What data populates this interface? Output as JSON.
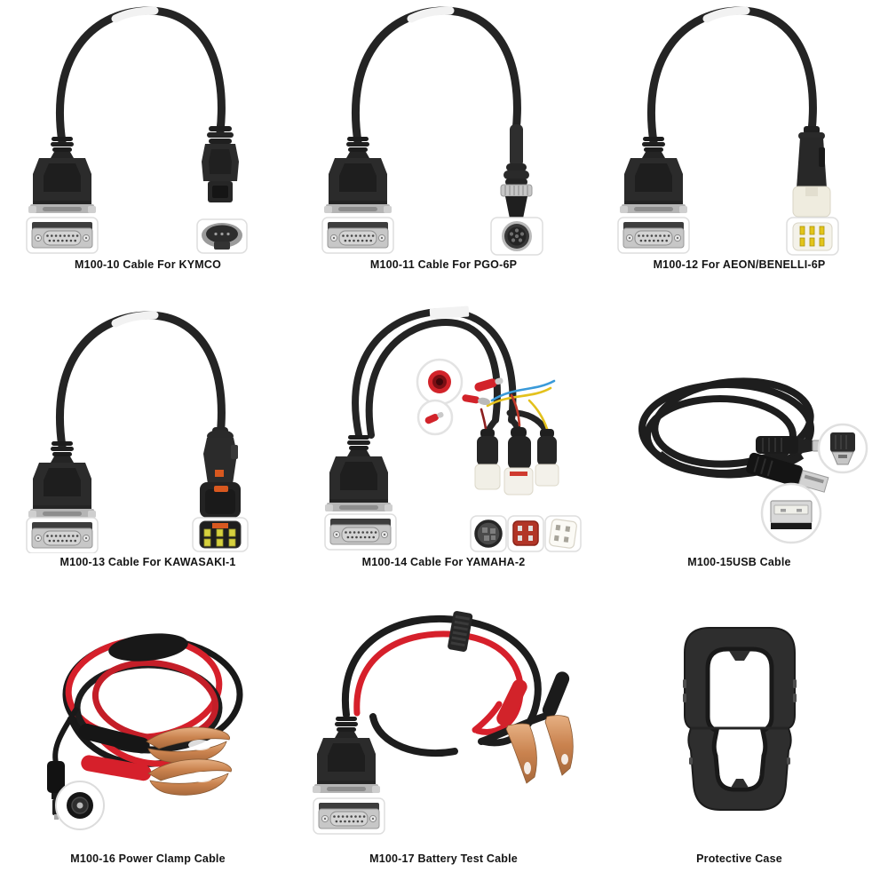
{
  "page": {
    "background": "#ffffff",
    "caption_text_color": "#141414"
  },
  "colors": {
    "cable_black": "#242424",
    "label_band": "#f2f2f2",
    "wire_red": "#d6202b",
    "wire_yellow": "#e3c11c",
    "wire_blue": "#3a9ad9",
    "copper": "#c9824e",
    "connector_white": "#f2f0e7",
    "pin_yellow": "#e3c519",
    "accent_orange": "#d8581f"
  },
  "products": [
    {
      "id": "m100-10",
      "label": "M100-10 Cable For KYMCO"
    },
    {
      "id": "m100-11",
      "label": "M100-11 Cable For PGO-6P"
    },
    {
      "id": "m100-12",
      "label": "M100-12 For AEON/BENELLI-6P"
    },
    {
      "id": "m100-13",
      "label": "M100-13 Cable For KAWASAKI-1"
    },
    {
      "id": "m100-14",
      "label": "M100-14 Cable For YAMAHA-2"
    },
    {
      "id": "m100-15",
      "label": "M100-15USB Cable"
    },
    {
      "id": "m100-16",
      "label": "M100-16 Power Clamp Cable"
    },
    {
      "id": "m100-17",
      "label": "M100-17 Battery Test Cable"
    },
    {
      "id": "protective-case",
      "label": "Protective Case"
    }
  ]
}
